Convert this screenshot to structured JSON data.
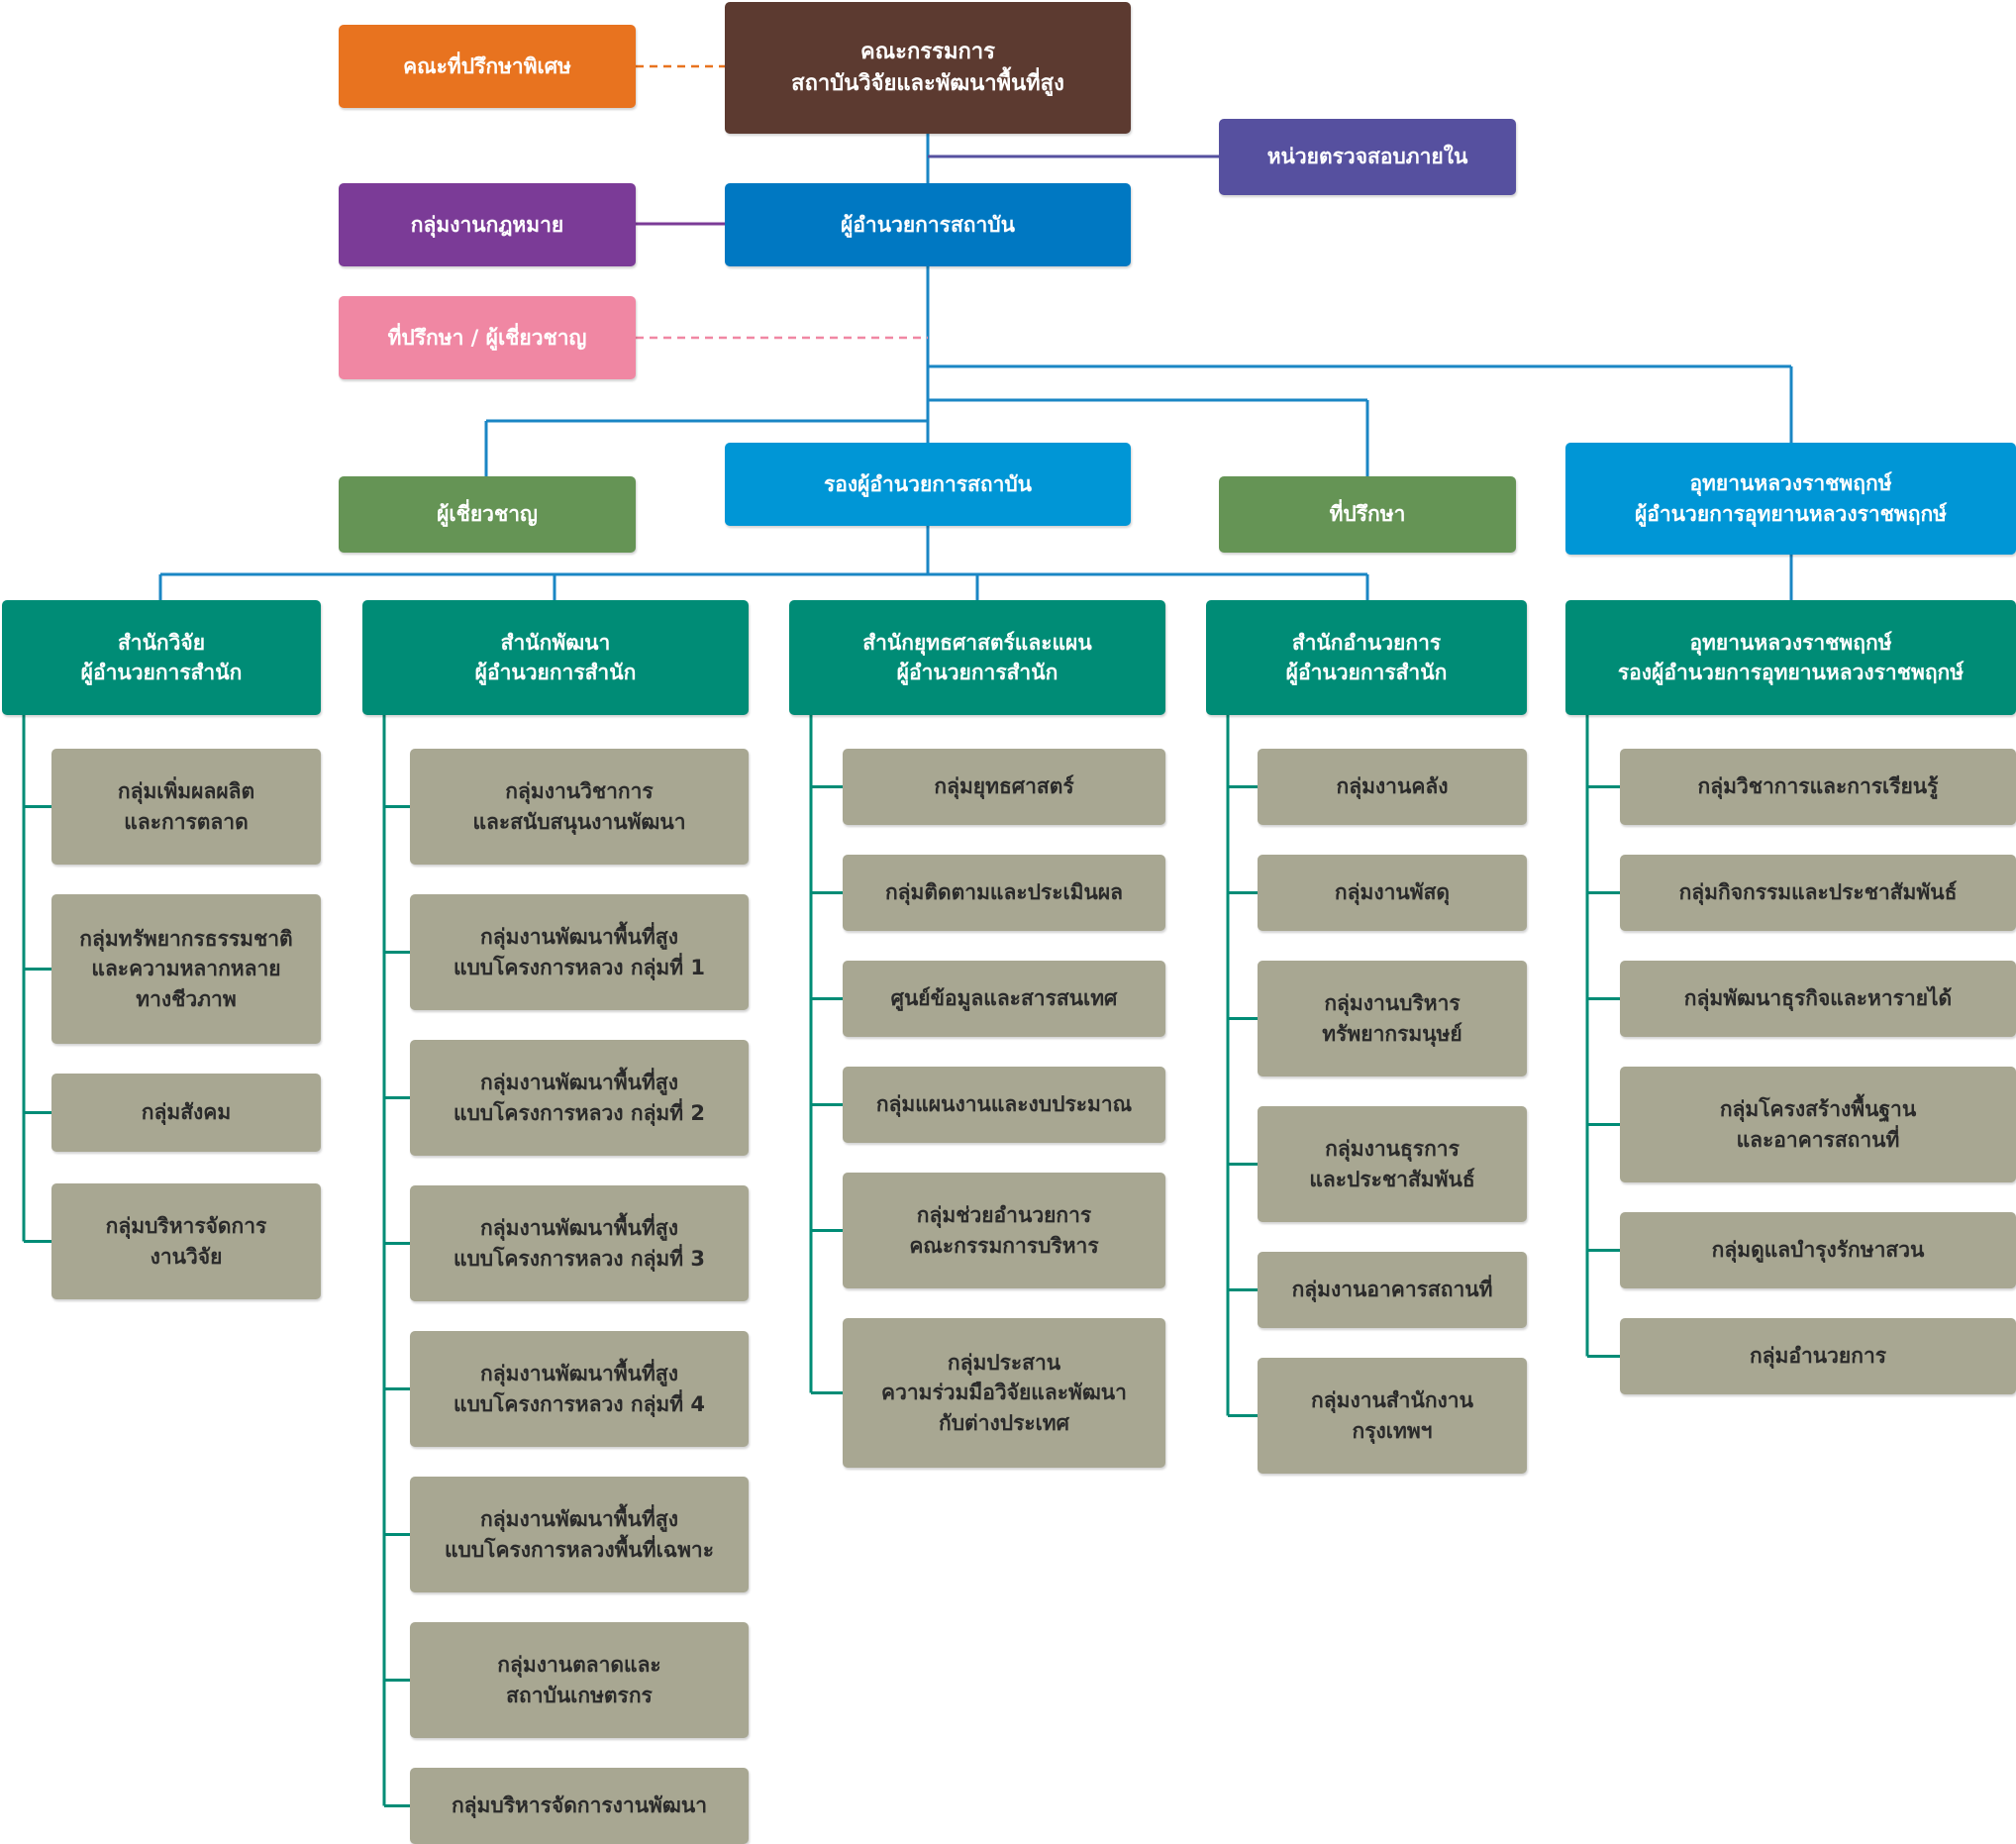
{
  "colors": {
    "board": "#5c3a30",
    "special_advisors": "#e8731f",
    "internal_audit": "#56509f",
    "legal": "#7b3b97",
    "director": "#0078c2",
    "consultants_experts": "#f087a3",
    "deputy": "#0096d6",
    "expert_advisor": "#659455",
    "office_header": "#008c76",
    "group_box": "#a8a792",
    "connector": "#1a86c4",
    "dashed_connector": "#e8731f"
  },
  "top": {
    "board": [
      "คณะกรรมการ",
      "สถาบันวิจัยและพัฒนาพื้นที่สูง"
    ],
    "special_advisors": "คณะที่ปรึกษาพิเศษ",
    "internal_audit": "หน่วยตรวจสอบภายใน",
    "legal": "กลุ่มงานกฎหมาย",
    "director": "ผู้อำนวยการสถาบัน",
    "consultants_experts": "ที่ปรึกษา / ผู้เชี่ยวชาญ",
    "expert": "ผู้เชี่ยวชาญ",
    "deputy": "รองผู้อำนวยการสถาบัน",
    "advisor": "ที่ปรึกษา",
    "park_director": [
      "อุทยานหลวงราชพฤกษ์",
      "ผู้อำนวยการอุทยานหลวงราชพฤกษ์"
    ]
  },
  "offices": [
    {
      "title": [
        "สำนักวิจัย",
        "ผู้อำนวยการสำนัก"
      ],
      "groups": [
        [
          "กลุ่มเพิ่มผลผลิต",
          "และการตลาด"
        ],
        [
          "กลุ่มทรัพยากรธรรมชาติ",
          "และความหลากหลาย",
          "ทางชีวภาพ"
        ],
        [
          "กลุ่มสังคม"
        ],
        [
          "กลุ่มบริหารจัดการ",
          "งานวิจัย"
        ]
      ]
    },
    {
      "title": [
        "สำนักพัฒนา",
        "ผู้อำนวยการสำนัก"
      ],
      "groups": [
        [
          "กลุ่มงานวิชาการ",
          "และสนับสนุนงานพัฒนา"
        ],
        [
          "กลุ่มงานพัฒนาพื้นที่สูง",
          "แบบโครงการหลวง กลุ่มที่ 1"
        ],
        [
          "กลุ่มงานพัฒนาพื้นที่สูง",
          "แบบโครงการหลวง กลุ่มที่ 2"
        ],
        [
          "กลุ่มงานพัฒนาพื้นที่สูง",
          "แบบโครงการหลวง กลุ่มที่ 3"
        ],
        [
          "กลุ่มงานพัฒนาพื้นที่สูง",
          "แบบโครงการหลวง กลุ่มที่ 4"
        ],
        [
          "กลุ่มงานพัฒนาพื้นที่สูง",
          "แบบโครงการหลวงพื้นที่เฉพาะ"
        ],
        [
          "กลุ่มงานตลาดและ",
          "สถาบันเกษตรกร"
        ],
        [
          "กลุ่มบริหารจัดการงานพัฒนา"
        ]
      ]
    },
    {
      "title": [
        "สำนักยุทธศาสตร์และแผน",
        "ผู้อำนวยการสำนัก"
      ],
      "groups": [
        [
          "กลุ่มยุทธศาสตร์"
        ],
        [
          "กลุ่มติดตามและประเมินผล"
        ],
        [
          "ศูนย์ข้อมูลและสารสนเทศ"
        ],
        [
          "กลุ่มแผนงานและงบประมาณ"
        ],
        [
          "กลุ่มช่วยอำนวยการ",
          "คณะกรรมการบริหาร"
        ],
        [
          "กลุ่มประสาน",
          "ความร่วมมือวิจัยและพัฒนา",
          "กับต่างประเทศ"
        ]
      ]
    },
    {
      "title": [
        "สำนักอำนวยการ",
        "ผู้อำนวยการสำนัก"
      ],
      "groups": [
        [
          "กลุ่มงานคลัง"
        ],
        [
          "กลุ่มงานพัสดุ"
        ],
        [
          "กลุ่มงานบริหาร",
          "ทรัพยากรมนุษย์"
        ],
        [
          "กลุ่มงานธุรการ",
          "และประชาสัมพันธ์"
        ],
        [
          "กลุ่มงานอาคารสถานที่"
        ],
        [
          "กลุ่มงานสำนักงาน",
          "กรุงเทพฯ"
        ]
      ]
    },
    {
      "title": [
        "อุทยานหลวงราชพฤกษ์",
        "รองผู้อำนวยการอุทยานหลวงราชพฤกษ์"
      ],
      "groups": [
        [
          "กลุ่มวิชาการและการเรียนรู้"
        ],
        [
          "กลุ่มกิจกรรมและประชาสัมพันธ์"
        ],
        [
          "กลุ่มพัฒนาธุรกิจและหารายได้"
        ],
        [
          "กลุ่มโครงสร้างพื้นฐาน",
          "และอาคารสถานที่"
        ],
        [
          "กลุ่มดูแลบำรุงรักษาสวน"
        ],
        [
          "กลุ่มอำนวยการ"
        ]
      ]
    }
  ]
}
